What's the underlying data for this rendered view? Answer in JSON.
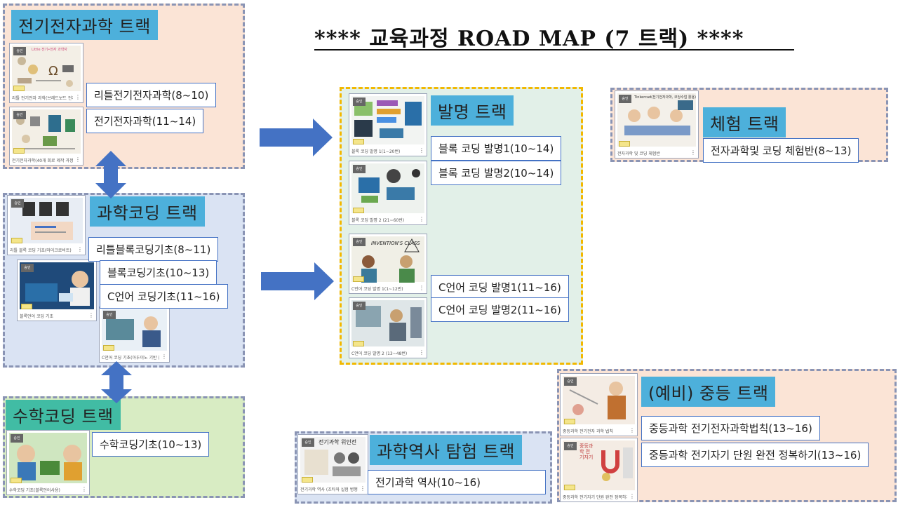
{
  "heading": "**** 교육과정 ROAD MAP (7 트랙) ****",
  "colors": {
    "peach_bg": "#fbe4d6",
    "blue_bg": "#dae3f3",
    "green_bg": "#d8ecc3",
    "mint_bg": "#e2f0e8",
    "title_bg": "#4db0db",
    "math_title_bg": "#41bca4",
    "arrow": "#4472c4",
    "label_border": "#4472c4",
    "invention_border": "#f2b800"
  },
  "tracks": {
    "electronics": {
      "title": "전기전자과학 트랙",
      "courses": [
        "리틀전기전자과학(8~10)",
        "전기전자과학(11~14)"
      ],
      "thumbs": [
        "리틀 전기전자 과학(브레드보드 전자회로 제작)",
        "전기전자과학(40개 회로 제작 과정)"
      ],
      "thumb_banner": "Little 전기•전자 과학자"
    },
    "science_coding": {
      "title": "과학코딩 트랙",
      "courses": [
        "리틀블록코딩기초(8~11)",
        "블록코딩기초(10~13)",
        "C언어 코딩기초(11~16)"
      ],
      "thumbs": [
        "리틀 블록 코딩 기초(마이크로비트)",
        "블록언어 코딩 기초",
        "C언어 코딩 기초(아두이노 기반 물리 코딩)"
      ]
    },
    "math_coding": {
      "title": "수학코딩 트랙",
      "courses": [
        "수학코딩기초(10~13)"
      ],
      "thumbs": [
        "수학코딩 기초(블록언어사용)"
      ]
    },
    "invention": {
      "title": "발명 트랙",
      "courses": [
        "블록 코딩 발명1(10~14)",
        "블록 코딩 발명2(10~14)",
        "C언어 코딩 발명1(11~16)",
        "C언어 코딩 발명2(11~16)"
      ],
      "thumbs": [
        "블록 코딩 발명 1(1~20번)",
        "블록 코딩 발명 2 (21~60번)",
        "C언어 코딩 발명 1(1~12번)",
        "C언어 코딩 발명 2 (13~48번)"
      ],
      "thumb_banner": "INVENTION'S CLASS"
    },
    "experience": {
      "title": "체험 트랙",
      "courses": [
        "전자과학및 코딩 체험반(8~13)"
      ],
      "thumbs": [
        "전자과학 및 코딩 체험반"
      ],
      "thumb_banner": "Tinkercad(전기전자과학, 코딩수업 활용)"
    },
    "history": {
      "title": "과학역사 탐험 트랙",
      "courses": [
        "전기과학 역사(10~16)"
      ],
      "thumbs": [
        "전기과학 역사 (조타와 실험 병행)"
      ],
      "thumb_banner": "전기과학 위인전"
    },
    "middle": {
      "title": "(예비) 중등 트랙",
      "courses": [
        "중등과학 전기전자과학법칙(13~16)",
        "중등과학 전기자기 단원 완전 정복하기(13~16)"
      ],
      "thumbs": [
        "중등과학 전기전자 과학 법칙",
        "중등과학 전기자기 단원 완전 정복하기"
      ],
      "thumb_banner": "중등과학 전기자기"
    }
  }
}
